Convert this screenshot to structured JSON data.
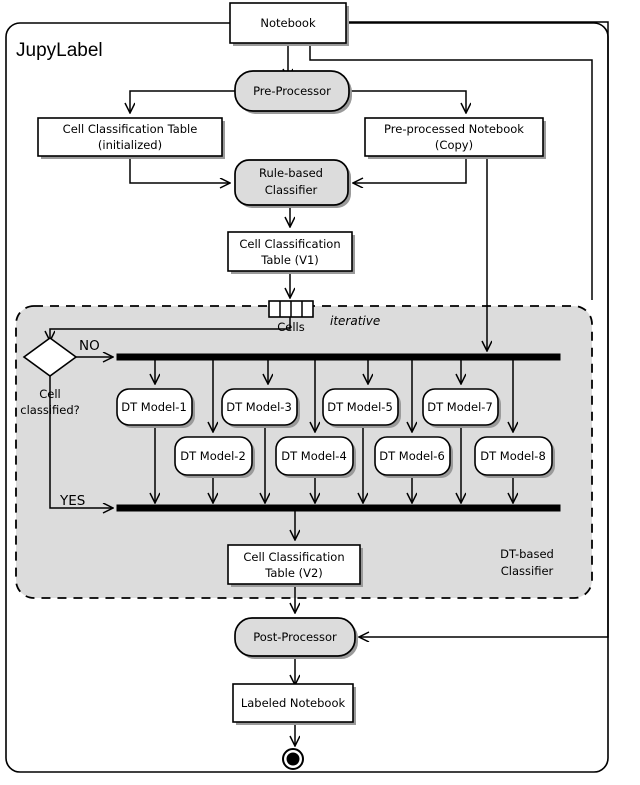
{
  "diagram": {
    "title": "JupyLabel",
    "nodes": {
      "notebook": "Notebook",
      "pre_processor": "Pre-Processor",
      "cct_init_l1": "Cell Classification Table",
      "cct_init_l2": "(initialized)",
      "preprocessed_l1": "Pre-processed Notebook",
      "preprocessed_l2": "(Copy)",
      "rule_based_l1": "Rule-based",
      "rule_based_l2": "Classifier",
      "cct_v1_l1": "Cell Classification",
      "cct_v1_l2": "Table (V1)",
      "cells": "Cells",
      "iterative": "iterative",
      "decision_l1": "Cell",
      "decision_l2": "classified?",
      "branch_no": "NO",
      "branch_yes": "YES",
      "cct_v2_l1": "Cell Classification",
      "cct_v2_l2": "Table (V2)",
      "dt_group_l1": "DT-based",
      "dt_group_l2": "Classifier",
      "post_processor": "Post-Processor",
      "labeled_notebook": "Labeled Notebook"
    },
    "dt_models": [
      {
        "label": "DT Model-1"
      },
      {
        "label": "DT Model-2"
      },
      {
        "label": "DT Model-3"
      },
      {
        "label": "DT Model-4"
      },
      {
        "label": "DT Model-5"
      },
      {
        "label": "DT Model-6"
      },
      {
        "label": "DT Model-7"
      },
      {
        "label": "DT Model-8"
      }
    ],
    "colors": {
      "process_fill": "#dcdcdc",
      "group_fill": "#dcdcdc",
      "stroke": "#000000",
      "data_fill": "#ffffff"
    }
  }
}
